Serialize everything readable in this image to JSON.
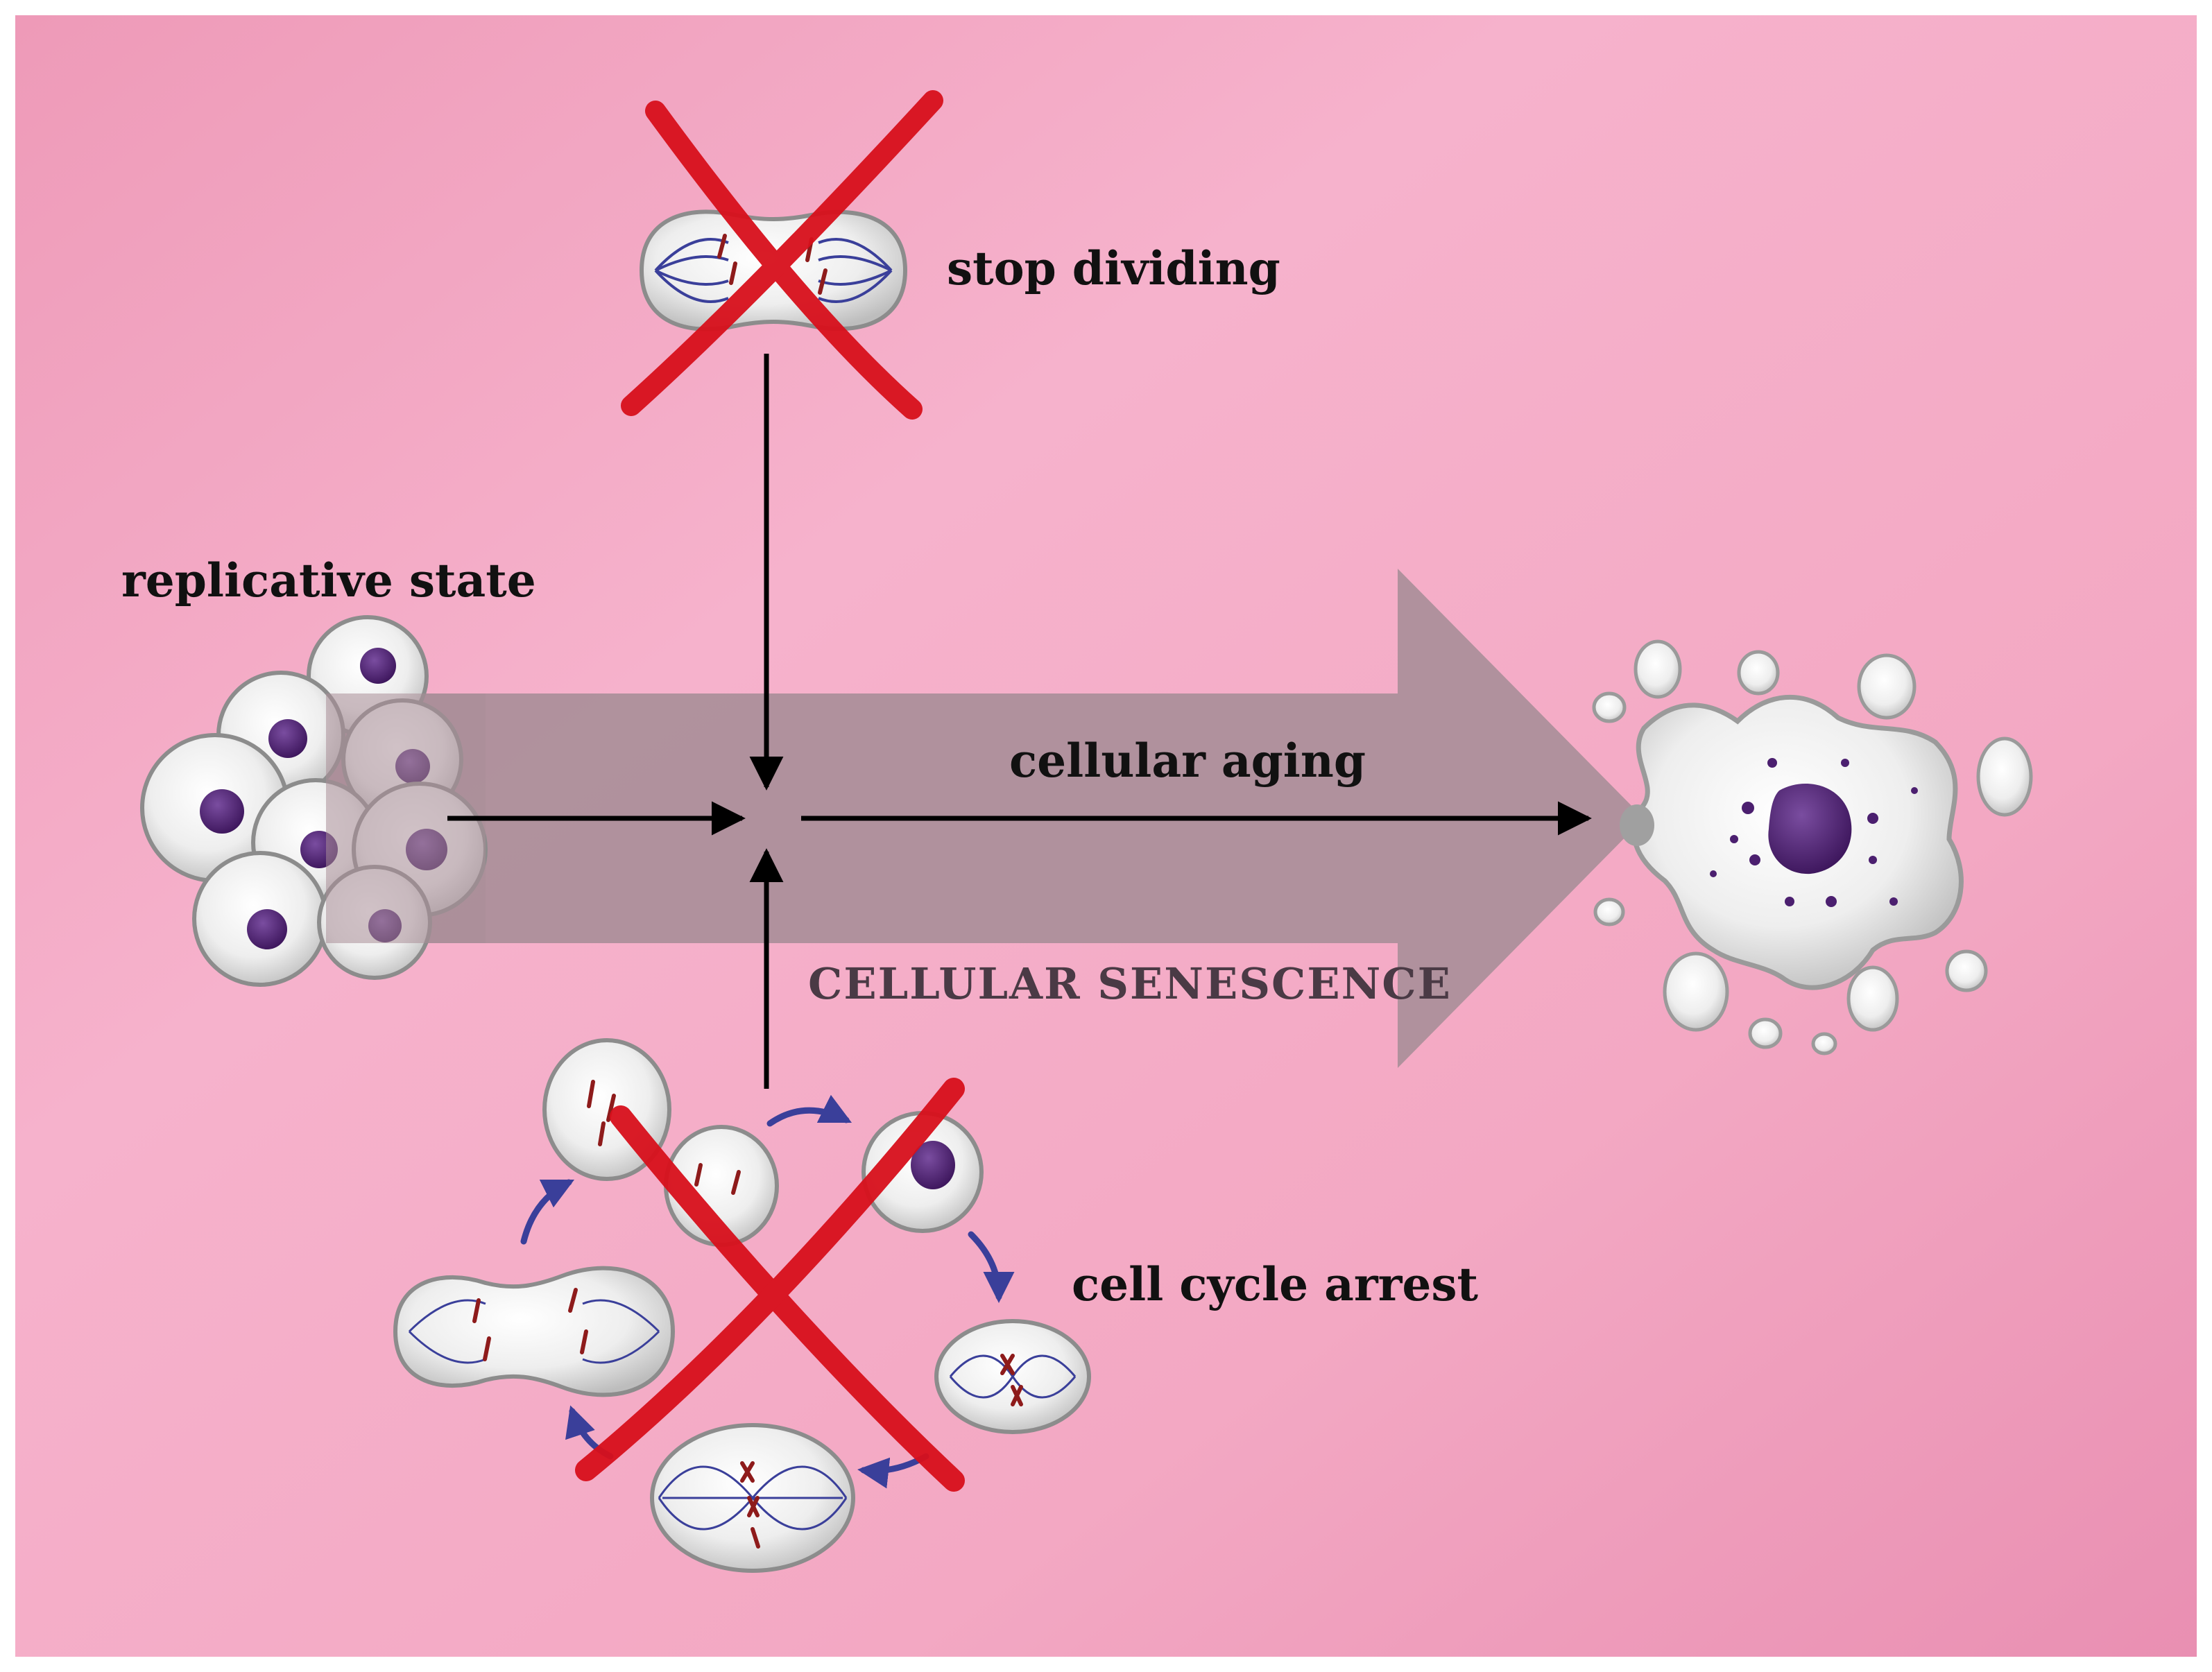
{
  "labels": {
    "stop_dividing": "stop dividing",
    "replicative_state": "replicative state",
    "cellular_aging": "cellular aging",
    "cellular_senescence": "CELLULAR SENESCENCE",
    "cell_cycle_arrest": "cell cycle arrest"
  },
  "colors": {
    "background": "#f4aec8",
    "big_arrow": "#a98e98",
    "cross": "#d8101c",
    "nucleus": "#4b1f6f",
    "cycle_arrow": "#3a3f9a",
    "chromosome": "#8e1b1b"
  }
}
